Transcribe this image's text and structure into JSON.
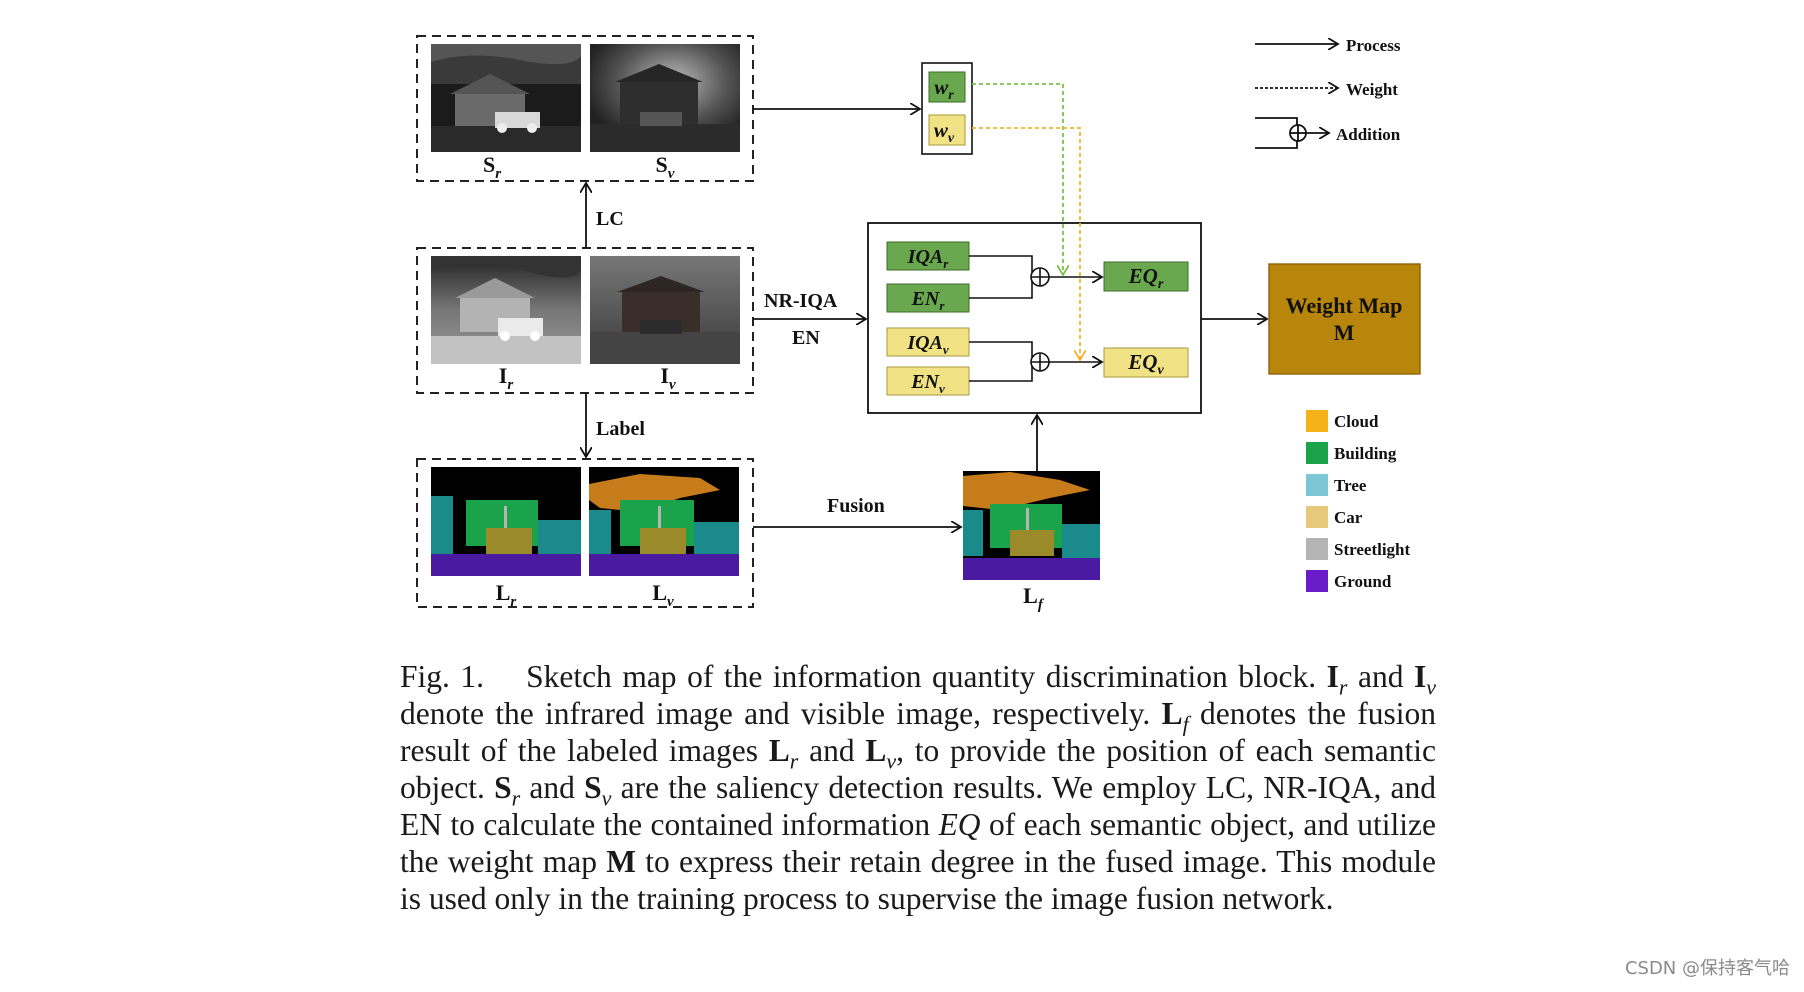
{
  "legend": {
    "process": "Process",
    "weight": "Weight",
    "addition": "Addition"
  },
  "nodes": {
    "saliency_images": {
      "left_label": "S",
      "left_sub": "r",
      "right_label": "S",
      "right_sub": "v"
    },
    "input_images": {
      "left_label": "I",
      "left_sub": "r",
      "right_label": "I",
      "right_sub": "v"
    },
    "label_images": {
      "left_label": "L",
      "left_sub": "r",
      "right_label": "L",
      "right_sub": "v"
    },
    "fused_label": {
      "label": "L",
      "sub": "f"
    },
    "weights": {
      "wr": "w",
      "wr_sub": "r",
      "wv": "w",
      "wv_sub": "v"
    },
    "iqa_r": {
      "label": "IQA",
      "sub": "r"
    },
    "en_r": {
      "label": "EN",
      "sub": "r"
    },
    "iqa_v": {
      "label": "IQA",
      "sub": "v"
    },
    "en_v": {
      "label": "EN",
      "sub": "v"
    },
    "eq_r": {
      "label": "EQ",
      "sub": "r"
    },
    "eq_v": {
      "label": "EQ",
      "sub": "v"
    },
    "weight_map": {
      "line1": "Weight Map",
      "line2": "M"
    }
  },
  "edge_labels": {
    "lc": "LC",
    "nr_iqa": "NR-IQA",
    "en": "EN",
    "label": "Label",
    "fusion": "Fusion"
  },
  "semantic_legend": [
    {
      "name": "Cloud",
      "color": "#f6b21b"
    },
    {
      "name": "Building",
      "color": "#1aa34a"
    },
    {
      "name": "Tree",
      "color": "#7cc6d6"
    },
    {
      "name": "Car",
      "color": "#e6c97a"
    },
    {
      "name": "Streetlight",
      "color": "#b4b4b4"
    },
    {
      "name": "Ground",
      "color": "#6a1cc9"
    }
  ],
  "colors": {
    "green_box": "#6aa84f",
    "yellow_box": "#f1e285",
    "weight_map_fill": "#b8860b",
    "green_dash": "#7cc24a",
    "yellow_dash": "#f0b429"
  },
  "caption": {
    "fig_label": "Fig. 1.",
    "s1": "Sketch map of the information quantity discrimination block.",
    "Ir": "I",
    "Ir_sub": "r",
    "and1": "and",
    "Iv": "I",
    "Iv_sub": "v",
    "s2": "denote the infrared image and visible image, respectively.",
    "Lf": "L",
    "Lf_sub": "f",
    "s3": "denotes the fusion result of the labeled images",
    "Lr": "L",
    "Lr_sub": "r",
    "and2": "and",
    "Lv": "L",
    "Lv_sub": "v",
    "s4": ", to provide the position of each semantic object.",
    "Sr": "S",
    "Sr_sub": "r",
    "and3": "and",
    "Sv": "S",
    "Sv_sub": "v",
    "s5": "are the saliency detection results. We employ LC, NR-IQA, and EN to calculate the contained information",
    "EQ": "EQ",
    "s6": "of each semantic object, and utilize the weight map",
    "M": "M",
    "s7": "to express their retain degree in the fused image. This module is used only in the training process to supervise the image fusion network."
  },
  "watermark": "CSDN @保持客气哈"
}
